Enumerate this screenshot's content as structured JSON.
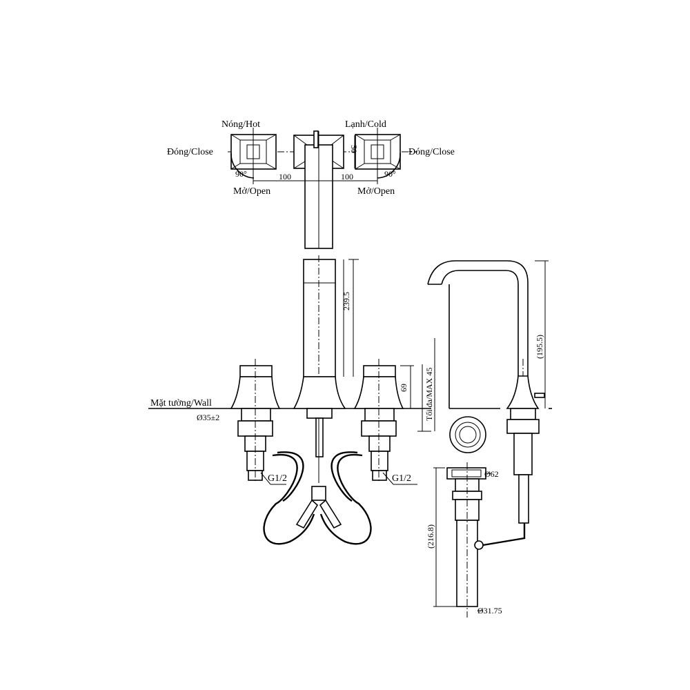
{
  "labels": {
    "hot": "Nóng/Hot",
    "cold": "Lạnh/Cold",
    "close_left": "Đóng/Close",
    "close_right": "Đóng/Close",
    "open_left": "Mở/Open",
    "open_right": "Mở/Open",
    "wall": "Mặt tường/Wall",
    "max_thickness": "Tối đa/MAX 45"
  },
  "dimensions": {
    "angle_left": "90°",
    "angle_right": "90°",
    "spacing_left": "100",
    "spacing_right": "100",
    "handle_height_top": "50",
    "spout_height": "239.5",
    "handle_height": "69",
    "side_height": "(195.5)",
    "hole_diameter": "Ø35±2",
    "thread_left": "G1/2",
    "thread_right": "G1/2",
    "drain_flange": "Ø62",
    "drain_length": "(216.8)",
    "drain_pipe": "Ø31.75"
  }
}
